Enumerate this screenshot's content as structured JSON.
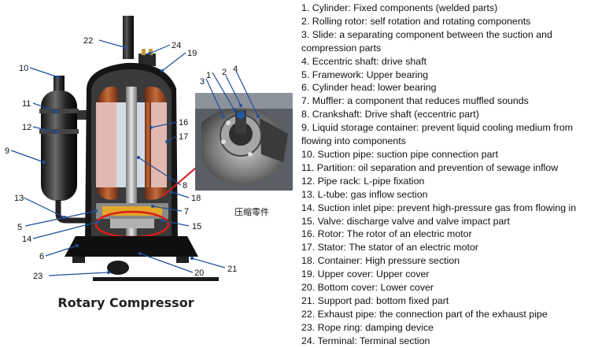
{
  "figure": {
    "caption": "Rotary Compressor",
    "parts_photo_caption": "压缩零件",
    "callout_numbers": [
      "1",
      "2",
      "3",
      "4",
      "5",
      "6",
      "7",
      "8",
      "9",
      "10",
      "11",
      "12",
      "13",
      "14",
      "15",
      "16",
      "17",
      "18",
      "19",
      "20",
      "21",
      "22",
      "23",
      "24"
    ]
  },
  "legend": [
    "1. Cylinder: Fixed components (welded parts)",
    "2. Rolling rotor: self rotation and rotating components",
    "3. Slide: a separating component between the suction and compression parts",
    "4. Eccentric shaft: drive shaft",
    "5. Framework: Upper bearing",
    "6. Cylinder head: lower bearing",
    "7. Muffler: a component that reduces muffled sounds",
    "8. Crankshaft: Drive shaft (eccentric part)",
    "9. Liquid storage container: prevent liquid cooling medium from flowing into components",
    "10. Suction pipe: suction pipe connection part",
    "11. Partition: oil separation and prevention of sewage inflow",
    "12. Pipe rack: L-pipe fixation",
    "13. L-tube: gas inflow section",
    "14. Suction inlet pipe: prevent high-pressure gas from flowing in",
    "15. Valve: discharge valve and valve impact part",
    "16. Rotor: The rotor of an electric motor",
    "17. Stator: The stator of an electric motor",
    "18. Container: High pressure section",
    "19. Upper cover: Upper cover",
    "20. Bottom cover: Lower cover",
    "21. Support pad: bottom fixed part",
    "22. Exhaust pipe: the connection part of the exhaust pipe",
    "23. Rope ring: damping device",
    "24. Terminal: Terminal section"
  ]
}
